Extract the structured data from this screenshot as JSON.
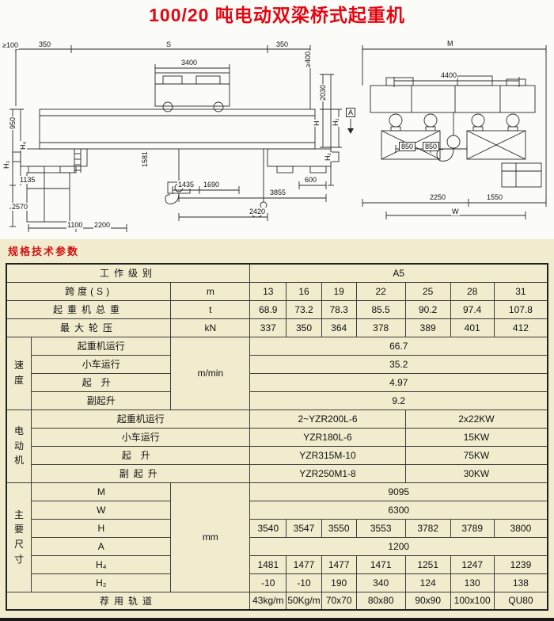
{
  "page": {
    "title": "100/20 吨电动双梁桥式起重机",
    "section_label": "规格技术参数"
  },
  "colors": {
    "title_red": "#e30613",
    "section_red": "#cf1313",
    "table_background": "#f2ecce"
  },
  "drawing": {
    "front_labels": [
      "≥100",
      "350",
      "S",
      "350",
      "3400",
      "≥400",
      "2030",
      "H",
      "H₁",
      "H₂",
      "A",
      "950",
      "H₄",
      "H₃",
      "1135",
      "2570",
      "1100",
      "2200",
      "1581",
      "1435",
      "1690",
      "600",
      "3855",
      "2420"
    ],
    "side_labels": [
      "M",
      "4400",
      "850",
      "850",
      "2250",
      "1550",
      "W"
    ]
  },
  "table": {
    "header": {
      "label": "工作级别",
      "value": "A5"
    },
    "span_row": {
      "label": "跨度(S)",
      "unit": "m",
      "values": [
        "13",
        "16",
        "19",
        "22",
        "25",
        "28",
        "31"
      ]
    },
    "weight_row": {
      "label": "起重机总重",
      "unit": "t",
      "values": [
        "68.9",
        "73.2",
        "78.3",
        "85.5",
        "90.2",
        "97.4",
        "107.8"
      ]
    },
    "wheel_load_row": {
      "label": "最大轮压",
      "unit": "kN",
      "values": [
        "337",
        "350",
        "364",
        "378",
        "389",
        "401",
        "412"
      ]
    },
    "speed": {
      "category": "速度",
      "unit": "m/min",
      "rows": [
        {
          "label": "起重机运行",
          "value": "66.7"
        },
        {
          "label": "小车运行",
          "value": "35.2"
        },
        {
          "label": "起升",
          "value": "4.97"
        },
        {
          "label": "副起升",
          "value": "9.2"
        }
      ]
    },
    "motor": {
      "category": "电动机",
      "rows": [
        {
          "label": "起重机运行",
          "model": "2~YZR200L-6",
          "power": "2x22KW"
        },
        {
          "label": "小车运行",
          "model": "YZR180L-6",
          "power": "15KW"
        },
        {
          "label": "起升",
          "model": "YZR315M-10",
          "power": "75KW"
        },
        {
          "label": "副起升",
          "model": "YZR250M1-8",
          "power": "30KW"
        }
      ]
    },
    "dims": {
      "category": "主要尺寸",
      "unit": "mm",
      "rows": [
        {
          "label": "M",
          "value": "9095"
        },
        {
          "label": "W",
          "value": "6300"
        },
        {
          "label": "H",
          "values": [
            "3540",
            "3547",
            "3550",
            "3553",
            "3782",
            "3789",
            "3800"
          ]
        },
        {
          "label": "A",
          "value": "1200"
        },
        {
          "label": "H₄",
          "values": [
            "1481",
            "1477",
            "1477",
            "1471",
            "1251",
            "1247",
            "1239"
          ]
        },
        {
          "label": "H₂",
          "values": [
            "-10",
            "-10",
            "190",
            "340",
            "124",
            "130",
            "138"
          ]
        }
      ]
    },
    "rail_row": {
      "label": "荐用轨道",
      "values": [
        "43kg/m",
        "50Kg/m",
        "70x70",
        "80x80",
        "90x90",
        "100x100",
        "QU80"
      ]
    }
  }
}
